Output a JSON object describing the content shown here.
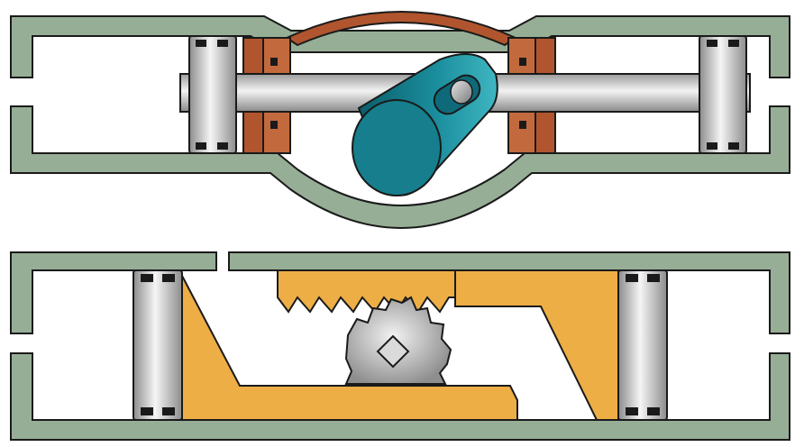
{
  "diagram": {
    "panels": [
      {
        "id": "scotch-yoke-actuator",
        "mechanism": "scotch-yoke"
      },
      {
        "id": "rack-and-pinion-actuator",
        "mechanism": "rack-and-pinion"
      }
    ]
  },
  "colors": {
    "housing_fill": "#96AE96",
    "housing_stroke": "#1a1a1a",
    "piston_light": "#F2F2F2",
    "piston_dark": "#8C8C8C",
    "seal": "#1a1a1a",
    "brake_fill": "#B0552E",
    "brake_light": "#C26A3E",
    "yoke_dark": "#0B5E6B",
    "yoke_mid": "#1A8D9C",
    "yoke_light": "#3FB6C2",
    "rack_fill": "#EDAE45",
    "gear_light": "#EDEDED",
    "gear_dark": "#8E8E8E"
  },
  "icons": {
    "piston": "piston-icon",
    "gear": "pinion-gear-icon",
    "yoke": "scotch-yoke-icon"
  }
}
